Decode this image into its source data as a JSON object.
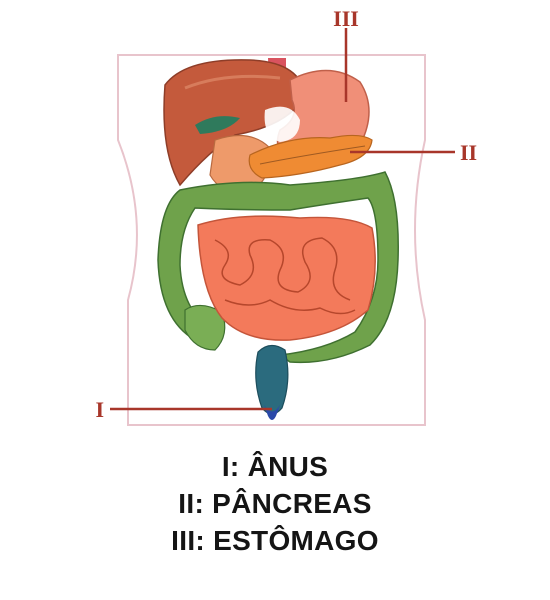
{
  "markers": {
    "anus": "I",
    "pancreas": "II",
    "stomach": "III"
  },
  "legend": [
    "I: ÂNUS",
    "II: PÂNCREAS",
    "III: ESTÔMAGO"
  ],
  "colors": {
    "marker": "#a8362a",
    "liver": "#c45a3c",
    "stomach": "#f08f78",
    "pancreas": "#ef8b33",
    "small_intestine": "#f37a5b",
    "large_intestine": "#6fa24b",
    "rectum": "#2b6b7e",
    "body_outline": "#e8c4cc"
  }
}
